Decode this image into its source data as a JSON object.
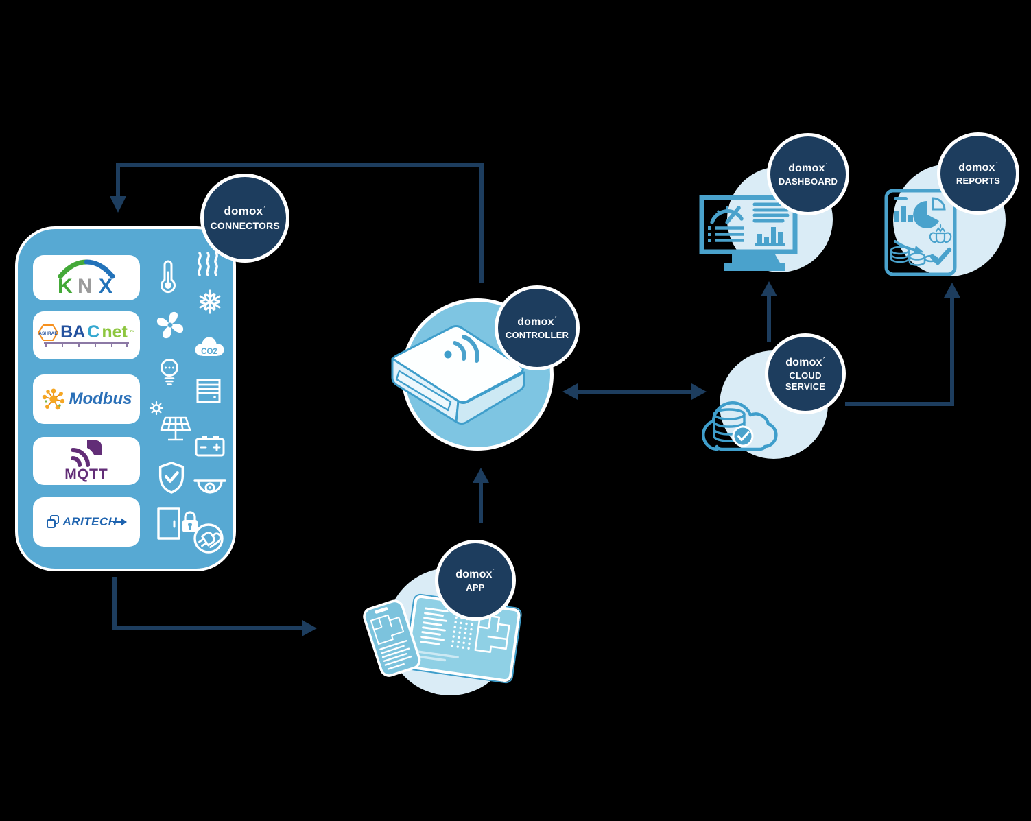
{
  "title": "domox smart building platform architecture diagram",
  "background": "#000000",
  "brand": {
    "name": "domox",
    "mark": "´"
  },
  "badges": {
    "connectors": {
      "brand": "domox",
      "label": "CONNECTORS"
    },
    "controller": {
      "brand": "domox",
      "label": "CONTROLLER"
    },
    "app": {
      "brand": "domox",
      "label": "APP"
    },
    "cloud_service": {
      "brand": "domox",
      "label": "CLOUD SERVICE"
    },
    "dashboard": {
      "brand": "domox",
      "label": "DASHBOARD"
    },
    "reports": {
      "brand": "domox",
      "label": "REPORTS"
    }
  },
  "connectors_panel": {
    "logos": {
      "knx": {
        "letters": [
          "K",
          "N",
          "X"
        ]
      },
      "bacnet": {
        "ashrae": "ASHRAE",
        "ba": "BA",
        "c": "C",
        "net": "net",
        "tm": "™"
      },
      "modbus": {
        "text": "Modbus"
      },
      "mqtt": {
        "text": "MQTT"
      },
      "aritech": {
        "text": "ARITECH"
      }
    },
    "co2_label": "CO2",
    "icons": [
      "thermometer",
      "heat-waves",
      "fan",
      "snowflake",
      "co2-cloud",
      "lightbulb",
      "window-blinds",
      "sun",
      "solar-panel",
      "battery",
      "shield-check",
      "dome-camera",
      "door",
      "padlock",
      "power-plug"
    ]
  },
  "flows": [
    "controller to connectors",
    "connectors to app",
    "app to controller",
    "controller to cloud service (bidirectional)",
    "cloud service to dashboard",
    "cloud service to reports"
  ],
  "colors": {
    "badge_navy": "#1d3d5e",
    "arrow_navy": "#1d3d5e",
    "panel_blue": "#57a9d3",
    "pale_circle": "#daecf6",
    "controller_circle": "#7ec5e2",
    "line_art_blue": "#4aa2cc",
    "line_art_stroke": "#3f9ecb",
    "knx_green": "#44a938",
    "knx_gray": "#9b9b9b",
    "knx_blue": "#2272b9",
    "bacnet_blue": "#23519e",
    "bacnet_teal": "#35a8d0",
    "bacnet_green": "#8dc63f",
    "ashrae_orange": "#f6901e",
    "bacnet_bus_purple": "#8c79a5",
    "modbus_blue": "#2b70b8",
    "modbus_orange": "#f5a623",
    "mqtt_purple": "#622d77",
    "aritech_blue": "#1e63af"
  }
}
